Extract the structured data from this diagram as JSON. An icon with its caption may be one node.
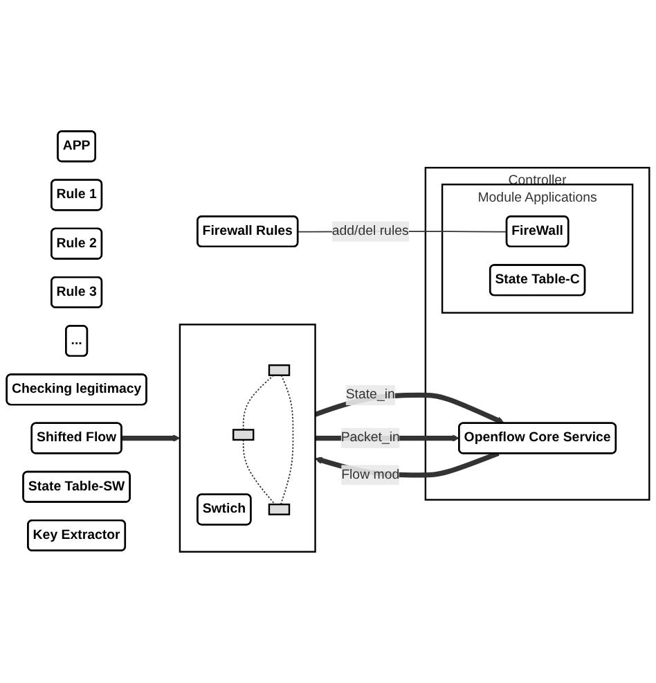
{
  "diagram": {
    "nodes": [
      {
        "text": [
          "APP"
        ]
      },
      {
        "text": [
          "Firewall Rules"
        ]
      },
      {
        "text": [
          "Rule 1"
        ]
      },
      {
        "text": [
          "Rule 2"
        ]
      },
      {
        "text": [
          "Rule 3"
        ]
      },
      {
        "text": [
          "..."
        ]
      },
      {
        "text": [
          "Controller"
        ]
      },
      {
        "text": [
          "Module Applications"
        ],
        "in": 6
      },
      {
        "text": [
          "FireWall"
        ],
        "in": 7
      },
      {
        "text": [
          "State Table-C"
        ],
        "in": 7
      },
      {
        "text": [
          "Openflow Core Service"
        ],
        "in": 6
      },
      {
        "text": [
          "Checking legitimacy"
        ]
      },
      {
        "text": [
          "Shifted Flow"
        ]
      },
      {
        "text": [
          "State Table-SW"
        ]
      },
      {
        "text": [
          "Key Extractor"
        ]
      },
      {
        "text": [],
        "shape": "box"
      },
      {
        "text": [
          "Swtich"
        ],
        "in": 15
      },
      {
        "text": [],
        "shape": "box",
        "in": 15
      },
      {
        "text": [],
        "shape": "box",
        "in": 15
      },
      {
        "text": [],
        "shape": "box",
        "in": 15
      }
    ],
    "edges": [
      {
        "from": 1,
        "to": 8,
        "label": "add/del rules",
        "arrow": "none"
      },
      {
        "from": 12,
        "to": 15,
        "arrow": "to",
        "style": "thick"
      },
      {
        "from": 15,
        "to": 10,
        "label": "State_in",
        "arrow": "to",
        "style": "thick"
      },
      {
        "from": 15,
        "to": 10,
        "label": "Packet_in",
        "arrow": "to",
        "style": "thick"
      },
      {
        "from": 10,
        "to": 15,
        "label": "Flow mod",
        "arrow": "to",
        "style": "thick"
      },
      {
        "from": 17,
        "to": 18,
        "arrow": "none",
        "style": "dashed"
      },
      {
        "from": 18,
        "to": 19,
        "arrow": "none",
        "style": "dashed"
      },
      {
        "from": 17,
        "to": 19,
        "arrow": "none",
        "style": "dashed"
      }
    ]
  }
}
